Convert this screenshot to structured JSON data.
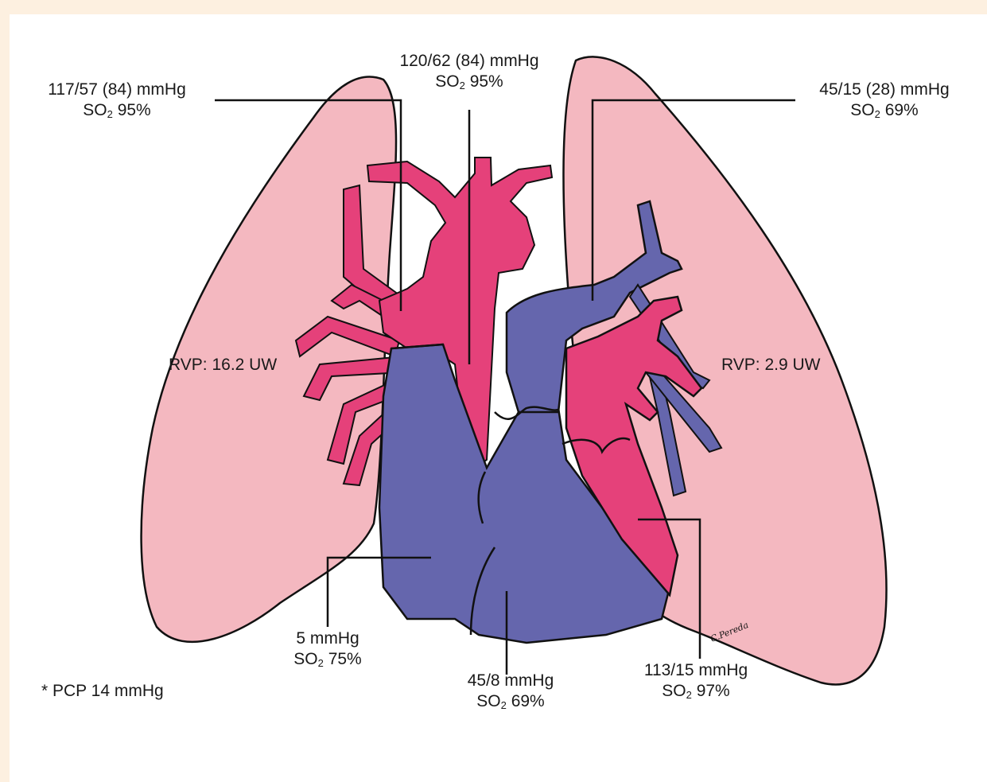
{
  "labels": {
    "ascending_aorta": {
      "pressure": "117/57 (84) mmHg",
      "saturation": "95%"
    },
    "aortic_arch": {
      "pressure": "120/62 (84) mmHg",
      "saturation": "95%"
    },
    "pulmonary_artery": {
      "pressure": "45/15 (28) mmHg",
      "saturation": "69%"
    },
    "right_atrium": {
      "pressure": "5 mmHg",
      "saturation": "75%"
    },
    "right_ventricle": {
      "pressure": "45/8 mmHg",
      "saturation": "69%"
    },
    "left_ventricle": {
      "pressure": "113/15 mmHg",
      "saturation": "97%"
    },
    "right_lung_rvp": "RVP: 16.2 UW",
    "left_lung_rvp": "RVP: 2.9 UW",
    "footnote": "* PCP 14 mmHg",
    "sat_prefix": "SO",
    "sat_sub": "2",
    "signature": "C.Pereda"
  },
  "colors": {
    "background": "#fdf0e0",
    "lung": "#f4b8c0",
    "oxygenated": "#e5417a",
    "deoxygenated": "#6566ad",
    "outline": "#111111"
  }
}
